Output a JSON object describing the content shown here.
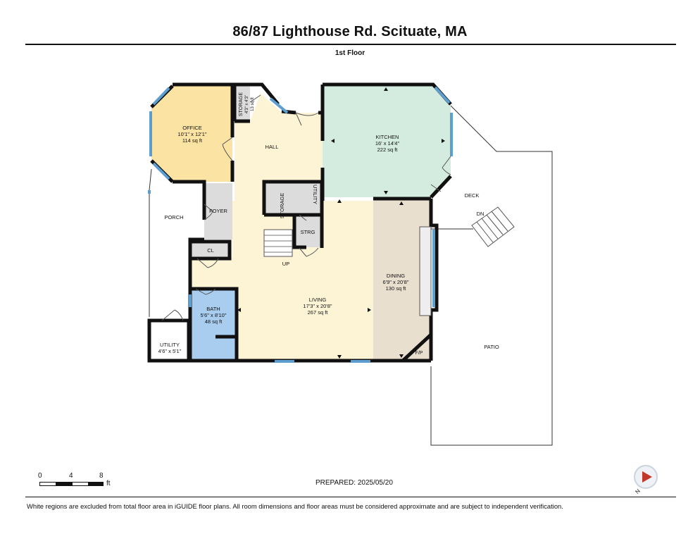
{
  "header": {
    "title": "86/87 Lighthouse Rd. Scituate, MA",
    "floor_label": "1st Floor"
  },
  "rooms": {
    "office": {
      "name": "OFFICE",
      "dims": "10'1\" x 12'1\"",
      "area": "114 sq ft"
    },
    "storage_top": {
      "name": "STORAGE",
      "dims": "4'3\" x 4'3\"",
      "area": "13 sq ft"
    },
    "hall": {
      "name": "HALL"
    },
    "kitchen": {
      "name": "KITCHEN",
      "dims": "16' x 14'4\"",
      "area": "222 sq ft"
    },
    "deck": {
      "name": "DECK"
    },
    "dn": {
      "name": "DN"
    },
    "porch": {
      "name": "PORCH"
    },
    "foyer": {
      "name": "FOYER"
    },
    "storage_mid": {
      "name": "STORAGE"
    },
    "utility_mid": {
      "name": "UTILITY"
    },
    "strg": {
      "name": "STRG"
    },
    "cl": {
      "name": "CL"
    },
    "up": {
      "name": "UP"
    },
    "dining": {
      "name": "DINING",
      "dims": "6'9\" x 20'8\"",
      "area": "130 sq ft"
    },
    "living": {
      "name": "LIVING",
      "dims": "17'3\" x 20'8\"",
      "area": "267 sq ft"
    },
    "bath": {
      "name": "BATH",
      "dims": "5'6\" x 8'10\"",
      "area": "48 sq ft"
    },
    "utility_low": {
      "name": "UTILITY",
      "dims": "4'6\" x 5'1\""
    },
    "patio": {
      "name": "PATIO"
    },
    "fp": {
      "name": "F/P"
    }
  },
  "scale": {
    "tick0": "0",
    "tick1": "4",
    "tick2": "8",
    "unit": "ft"
  },
  "compass": {
    "label": "N"
  },
  "footer": {
    "prepared": "PREPARED: 2025/05/20",
    "disclaimer": "White regions are excluded from total floor area in iGUIDE floor plans. All room dimensions and floor areas must be considered approximate and are subject to independent verification."
  },
  "colors": {
    "office": "#fbe3a4",
    "kitchen": "#d4ecdf",
    "hall_living": "#fdf4d6",
    "dining": "#e8dfcf",
    "bath": "#a9cdef",
    "storage": "#dcdcdc",
    "wall": "#111111",
    "window": "#5b9ecf"
  }
}
